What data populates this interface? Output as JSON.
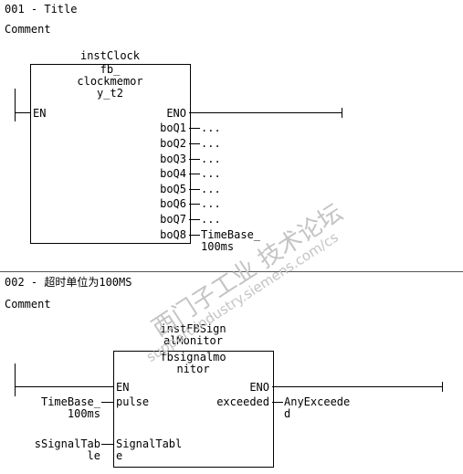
{
  "network1": {
    "title": "001 - Title",
    "comment": "Comment",
    "instance": "instClock",
    "block_line1": "fb_",
    "block_line2": "clockmemor",
    "block_line3": "y_t2",
    "en": "EN",
    "eno": "ENO",
    "outputs": [
      {
        "pin": "boQ1",
        "value": "..."
      },
      {
        "pin": "boQ2",
        "value": "..."
      },
      {
        "pin": "boQ3",
        "value": "..."
      },
      {
        "pin": "boQ4",
        "value": "..."
      },
      {
        "pin": "boQ5",
        "value": "..."
      },
      {
        "pin": "boQ6",
        "value": "..."
      },
      {
        "pin": "boQ7",
        "value": "..."
      },
      {
        "pin": "boQ8",
        "value": "TimeBase_",
        "value2": "100ms"
      }
    ]
  },
  "network2": {
    "title": "002 - 超时单位为100MS",
    "comment": "Comment",
    "instance_line1": "instFBSign",
    "instance_line2": "alMonitor",
    "block_line1": "fbsignalmo",
    "block_line2": "nitor",
    "en": "EN",
    "eno": "ENO",
    "in_pulse_pin": "pulse",
    "in_pulse_var1": "TimeBase_",
    "in_pulse_var2": "100ms",
    "in_table_pin1": "SignalTabl",
    "in_table_pin2": "e",
    "in_table_var1": "sSignalTab",
    "in_table_var2": "le",
    "out_pin": "exceeded",
    "out_var1": "AnyExceede",
    "out_var2": "d"
  },
  "watermark": {
    "line1": "西门子工业 技术论坛",
    "line2": "support.industry.siemens.com/cs"
  }
}
